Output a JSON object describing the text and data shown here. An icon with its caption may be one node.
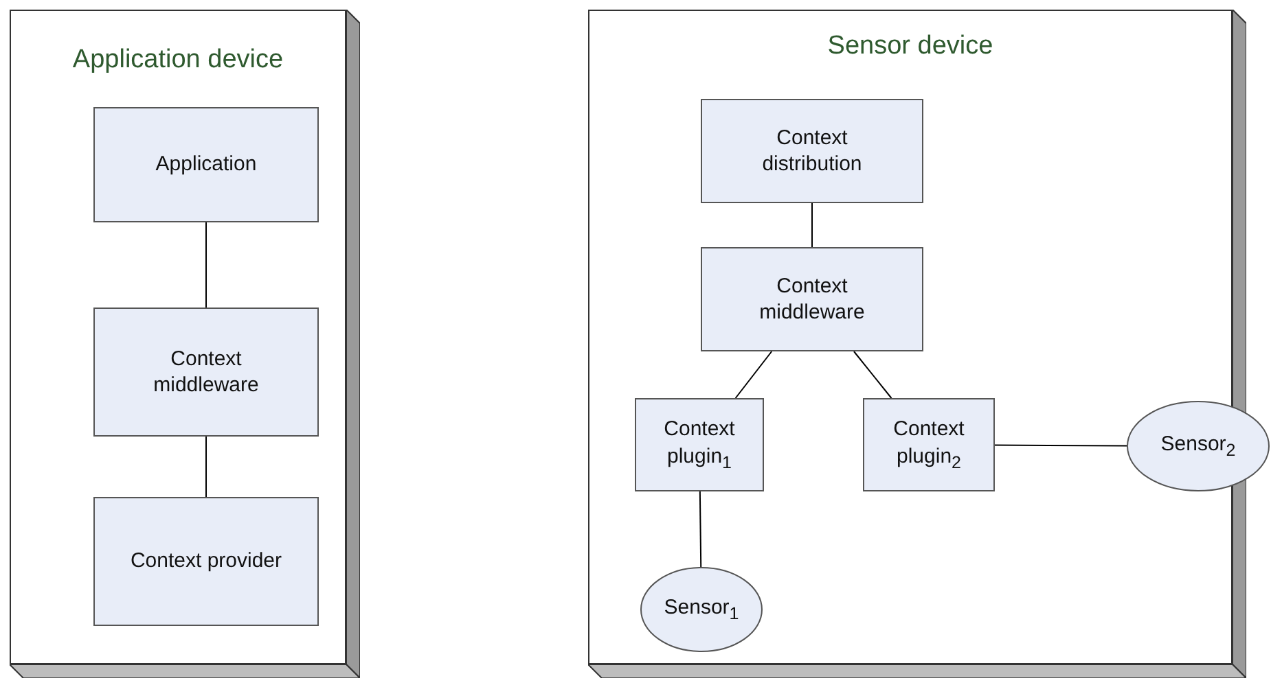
{
  "diagram": {
    "nodes": [
      {
        "text": [
          "Application device"
        ]
      },
      {
        "text": [
          "Application"
        ],
        "in": 0
      },
      {
        "text": [
          "Context middleware"
        ],
        "in": 0
      },
      {
        "text": [
          "Context provider"
        ],
        "in": 0
      },
      {
        "text": [
          "Sensor device"
        ]
      },
      {
        "text": [
          "Context distribution"
        ],
        "in": 4
      },
      {
        "text": [
          "Context middleware"
        ],
        "in": 4
      },
      {
        "text": [
          "Context plugin$_{1}$"
        ],
        "in": 4
      },
      {
        "text": [
          "Context plugin$_{2}$"
        ],
        "in": 4
      },
      {
        "text": [
          "Sensor$_{1}$"
        ],
        "in": 4
      },
      {
        "text": [
          "Sensor$_{2}$"
        ]
      }
    ],
    "edges": [
      {
        "from": 1,
        "to": 2,
        "arrow": "none"
      },
      {
        "from": 2,
        "to": 3,
        "arrow": "none"
      },
      {
        "from": 5,
        "to": 6,
        "arrow": "none"
      },
      {
        "from": 6,
        "to": 7,
        "arrow": "none"
      },
      {
        "from": 6,
        "to": 8,
        "arrow": "none"
      },
      {
        "from": 7,
        "to": 9,
        "arrow": "none"
      },
      {
        "from": 8,
        "to": 10,
        "arrow": "none"
      }
    ]
  }
}
